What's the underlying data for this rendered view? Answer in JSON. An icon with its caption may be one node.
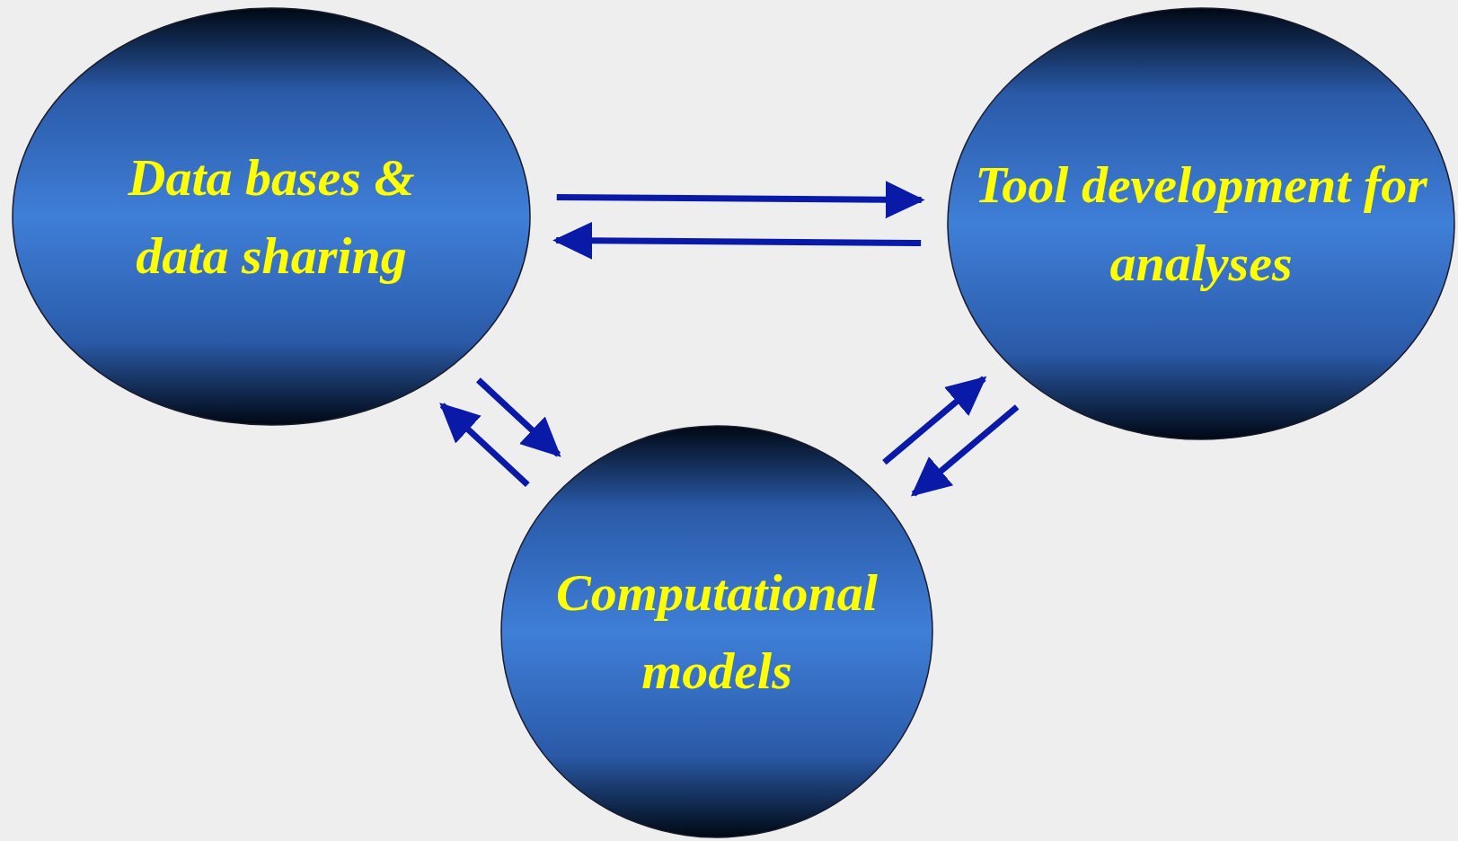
{
  "diagram": {
    "nodes": [
      {
        "text": [
          "Data bases & data sharing"
        ]
      },
      {
        "text": [
          "Tool development for analyses"
        ]
      },
      {
        "text": [
          "Computational models"
        ]
      }
    ],
    "edges": [
      {
        "from": 0,
        "to": 1,
        "arrow": "to"
      },
      {
        "from": 1,
        "to": 0,
        "arrow": "to"
      },
      {
        "from": 0,
        "to": 2,
        "arrow": "to"
      },
      {
        "from": 2,
        "to": 0,
        "arrow": "to"
      },
      {
        "from": 2,
        "to": 1,
        "arrow": "to"
      },
      {
        "from": 1,
        "to": 2,
        "arrow": "to"
      }
    ]
  }
}
